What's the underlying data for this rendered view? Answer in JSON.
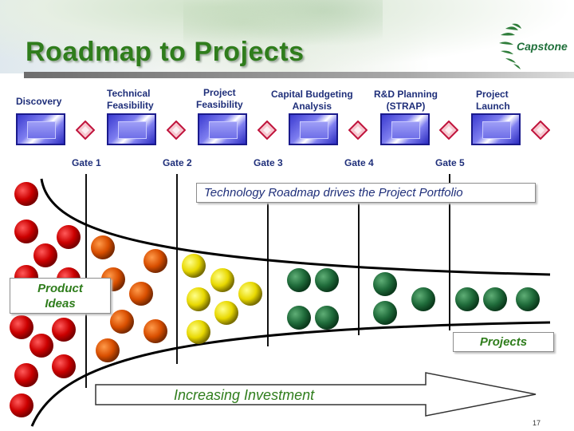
{
  "title": "Roadmap to Projects",
  "logo": {
    "text": "Capstone",
    "icon": "swirl-logo-icon",
    "color": "#1f6f3a"
  },
  "stages": [
    {
      "label": "Discovery"
    },
    {
      "label": "Technical\nFeasibility"
    },
    {
      "label": "Project\nFeasibility"
    },
    {
      "label": "Capital Budgeting\nAnalysis"
    },
    {
      "label": "R&D Planning\n(STRAP)"
    },
    {
      "label": "Project\nLaunch"
    }
  ],
  "gates": [
    "Gate 1",
    "Gate 2",
    "Gate 3",
    "Gate 4",
    "Gate 5"
  ],
  "callouts": {
    "roadmap": "Technology Roadmap drives the Project Portfolio",
    "product_ideas": "Product\nIdeas",
    "projects": "Projects",
    "investment": "Increasing Investment"
  },
  "colors": {
    "title": "#2f7d1c",
    "stage_text": "#1f2f7a",
    "red": "#cc0000",
    "orange": "#d94f00",
    "yellow": "#e8d800",
    "green": "#1f6b3a"
  },
  "page_number": "17"
}
